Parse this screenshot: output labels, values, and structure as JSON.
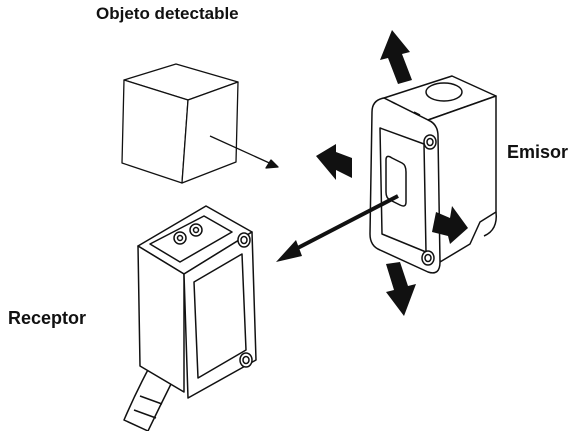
{
  "labels": {
    "object": "Objeto detectable",
    "emitter": "Emisor",
    "receiver": "Receptor"
  },
  "colors": {
    "ink": "#111111",
    "background": "#ffffff"
  }
}
